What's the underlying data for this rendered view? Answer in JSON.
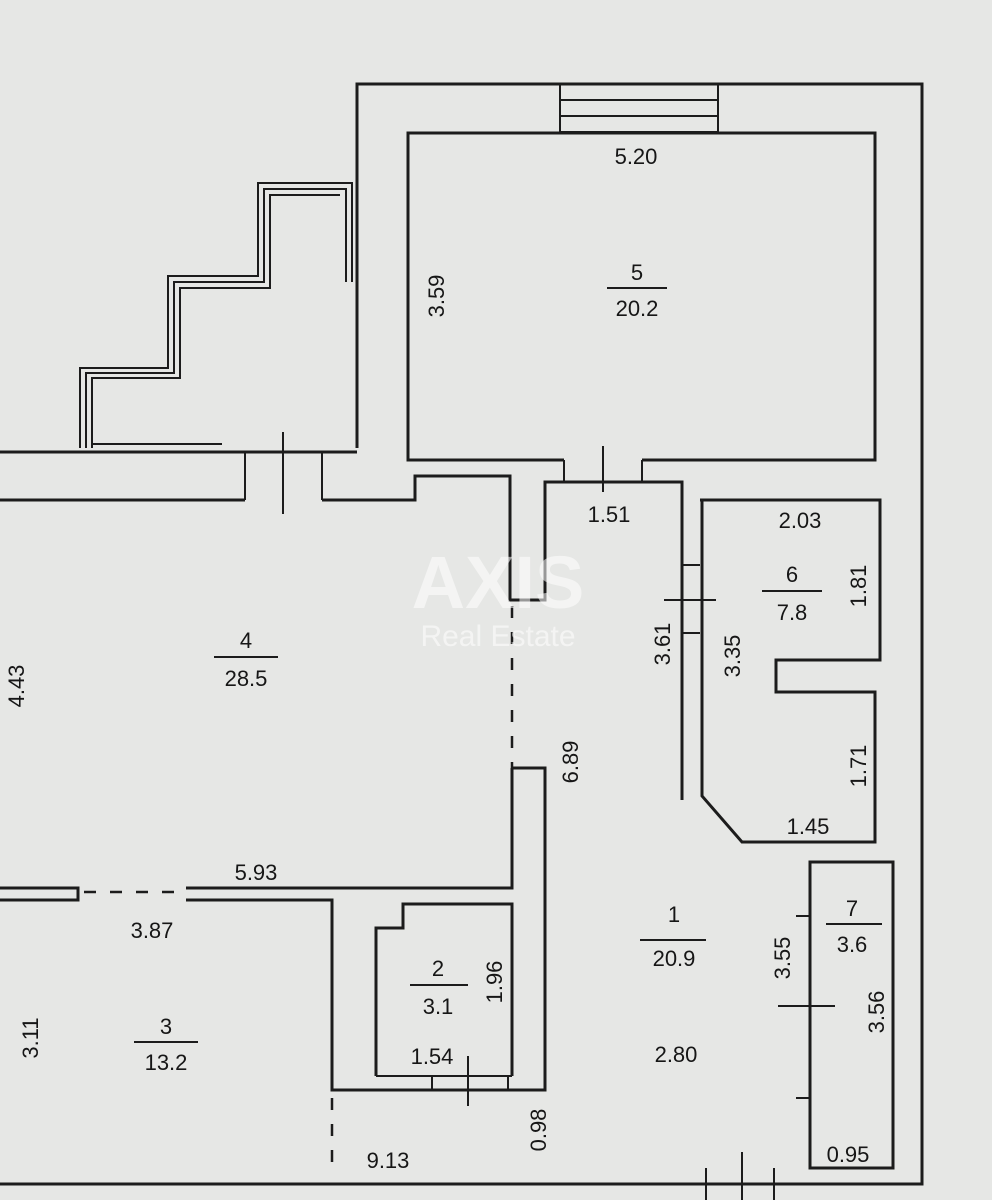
{
  "watermark": {
    "brand": "AXIS",
    "subtitle": "Real Estate"
  },
  "rooms": [
    {
      "id": "1",
      "number": "1",
      "area": "20.9"
    },
    {
      "id": "2",
      "number": "2",
      "area": "3.1"
    },
    {
      "id": "3",
      "number": "3",
      "area": "13.2"
    },
    {
      "id": "4",
      "number": "4",
      "area": "28.5"
    },
    {
      "id": "5",
      "number": "5",
      "area": "20.2"
    },
    {
      "id": "6",
      "number": "6",
      "area": "7.8"
    },
    {
      "id": "7",
      "number": "7",
      "area": "3.6"
    }
  ],
  "dimensions": {
    "room5_width": "5.20",
    "room5_height": "3.59",
    "passage_width": "1.51",
    "room6_width": "2.03",
    "room6_side_upper": "1.81",
    "room6_height": "3.35",
    "room6_side_lower": "1.71",
    "room6_bottom": "1.45",
    "corridor_height": "3.61",
    "hall_length": "6.89",
    "room4_height": "4.43",
    "room4_width": "5.93",
    "room3_width": "3.87",
    "room3_height": "3.11",
    "room2_height": "1.96",
    "room2_width": "1.54",
    "room1_width": "2.80",
    "room1_height": "3.55",
    "room7_height": "3.56",
    "room7_width": "0.95",
    "bottom_length": "9.13",
    "bottom_gap": "0.98"
  }
}
